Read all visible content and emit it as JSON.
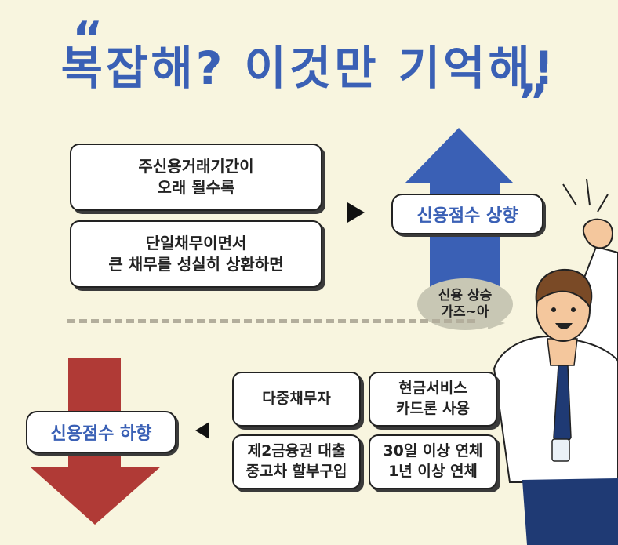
{
  "title": {
    "open_quote": "“",
    "close_quote": "”",
    "text": "복잡해? 이것만 기억해!"
  },
  "upper": {
    "box1": "주신용거래기간이\n오래 될수록",
    "box2": "단일채무이면서\n큰 채무를 성실히 상환하면",
    "result": "신용점수 상향"
  },
  "bubble": "신용 상승\n가즈~아",
  "lower": {
    "result": "신용점수 하향",
    "items": [
      "다중채무자",
      "현금서비스\n카드론 사용",
      "제2금융권 대출\n중고차 할부구입",
      "30일 이상 연체\n1년 이상 연체"
    ]
  },
  "colors": {
    "background": "#f8f5df",
    "blue": "#3a60b5",
    "red": "#b03a36",
    "dash": "#b3ae9c"
  },
  "icons": {
    "up_arrow": "arrow-up-icon",
    "down_arrow": "arrow-down-icon",
    "play_right": "play-right-icon",
    "play_left": "play-left-icon",
    "character": "man-cheering-icon"
  }
}
